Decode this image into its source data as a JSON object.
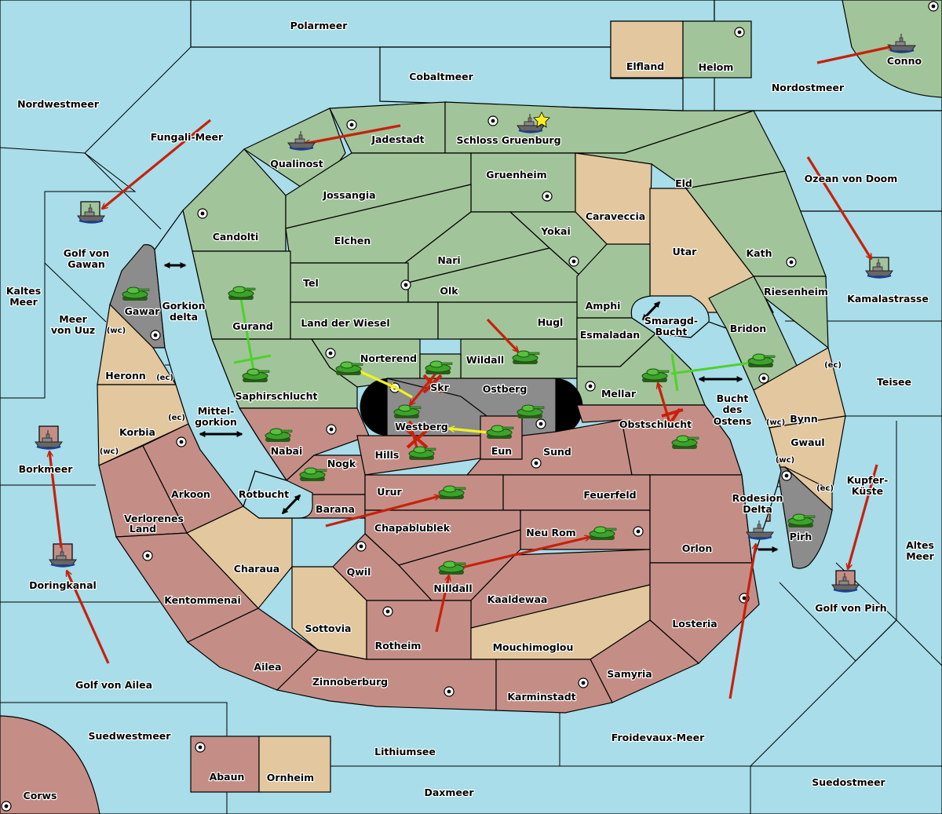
{
  "title": "Diplomacy-style map",
  "colors": {
    "sea": "#a8dde9",
    "green_power": "#a2c49a",
    "red_power": "#c48e86",
    "neutral": "#e2c79f",
    "impassable": "#8c8c8c",
    "order_move": "#c8200c",
    "order_support": "#f2f21e",
    "order_convoy": "#4ed22a"
  },
  "seas": [
    {
      "id": "polarmeer",
      "name": "Polarmeer"
    },
    {
      "id": "cobaltmeer",
      "name": "Cobaltmeer"
    },
    {
      "id": "nordwestmeer",
      "name": "Nordwestmeer"
    },
    {
      "id": "fungali",
      "name": "Fungali-Meer"
    },
    {
      "id": "nordostmeer",
      "name": "Nordostmeer"
    },
    {
      "id": "ozean",
      "name": "Ozean von Doom"
    },
    {
      "id": "golf_gawan",
      "name": "Golf von Gawan"
    },
    {
      "id": "kaltes",
      "name": "Kaltes Meer"
    },
    {
      "id": "uuz",
      "name": "Meer von Uuz"
    },
    {
      "id": "gorkion_delta",
      "name": "Gorkion delta"
    },
    {
      "id": "mittelgorkion",
      "name": "Mittel-gorkion"
    },
    {
      "id": "rotbucht",
      "name": "Rotbucht"
    },
    {
      "id": "smaragd",
      "name": "Smaragd-Bucht"
    },
    {
      "id": "bucht_ostens",
      "name": "Bucht des Ostens"
    },
    {
      "id": "kamalastrasse",
      "name": "Kamalastrasse"
    },
    {
      "id": "teisee",
      "name": "Teisee"
    },
    {
      "id": "kupferkueste",
      "name": "Kupfer-Küste"
    },
    {
      "id": "altes",
      "name": "Altes Meer"
    },
    {
      "id": "rodesion",
      "name": "Rodesion Delta"
    },
    {
      "id": "golf_pirh",
      "name": "Golf von Pirh"
    },
    {
      "id": "borkmeer",
      "name": "Borkmeer"
    },
    {
      "id": "doringkanal",
      "name": "Doringkanal"
    },
    {
      "id": "golf_ailea",
      "name": "Golf von Ailea"
    },
    {
      "id": "suedwestmeer",
      "name": "Suedwestmeer"
    },
    {
      "id": "lithiumsee",
      "name": "Lithiumsee"
    },
    {
      "id": "daxmeer",
      "name": "Daxmeer"
    },
    {
      "id": "froidevaux",
      "name": "Froidevaux-Meer"
    },
    {
      "id": "suedostmeer",
      "name": "Suedostmeer"
    }
  ],
  "provinces": [
    {
      "id": "elfland",
      "name": "Elfland",
      "owner": "neutral"
    },
    {
      "id": "helom",
      "name": "Helom",
      "owner": "green",
      "supply": true
    },
    {
      "id": "conno",
      "name": "Conno",
      "owner": "green",
      "supply": true
    },
    {
      "id": "qualinost",
      "name": "Qualinost",
      "owner": "green"
    },
    {
      "id": "jadestadt",
      "name": "Jadestadt",
      "owner": "green",
      "supply": true
    },
    {
      "id": "schloss",
      "name": "Schloss Gruenburg",
      "owner": "green",
      "supply": true
    },
    {
      "id": "candolti",
      "name": "Candolti",
      "owner": "green",
      "supply": true
    },
    {
      "id": "jossangia",
      "name": "Jossangia",
      "owner": "green"
    },
    {
      "id": "gruenheim",
      "name": "Gruenheim",
      "owner": "green",
      "supply": true
    },
    {
      "id": "caraveccia",
      "name": "Caraveccia",
      "owner": "neutral"
    },
    {
      "id": "eld",
      "name": "Eld",
      "owner": "green"
    },
    {
      "id": "elchen",
      "name": "Elchen",
      "owner": "green"
    },
    {
      "id": "nari",
      "name": "Nari",
      "owner": "green"
    },
    {
      "id": "yokai",
      "name": "Yokai",
      "owner": "green",
      "supply": true
    },
    {
      "id": "utar",
      "name": "Utar",
      "owner": "neutral"
    },
    {
      "id": "kath",
      "name": "Kath",
      "owner": "green",
      "supply": true
    },
    {
      "id": "tel",
      "name": "Tel",
      "owner": "green",
      "supply": true
    },
    {
      "id": "olk",
      "name": "Olk",
      "owner": "green"
    },
    {
      "id": "gurand",
      "name": "Gurand",
      "owner": "green"
    },
    {
      "id": "amphi",
      "name": "Amphi",
      "owner": "green"
    },
    {
      "id": "riesenheim",
      "name": "Riesenheim",
      "owner": "green"
    },
    {
      "id": "land_wiesel",
      "name": "Land der Wiesel",
      "owner": "green"
    },
    {
      "id": "hugl",
      "name": "Hugl",
      "owner": "green"
    },
    {
      "id": "esmaladan",
      "name": "Esmaladan",
      "owner": "green"
    },
    {
      "id": "bridon",
      "name": "Bridon",
      "owner": "green",
      "supply": true
    },
    {
      "id": "norterend",
      "name": "Norterend",
      "owner": "green",
      "supply": true
    },
    {
      "id": "wildall",
      "name": "Wildall",
      "owner": "green"
    },
    {
      "id": "skr",
      "name": "Skr",
      "owner": "green"
    },
    {
      "id": "ostberg",
      "name": "Ostberg",
      "owner": "impassable",
      "supply": true
    },
    {
      "id": "westberg",
      "name": "Westberg",
      "owner": "impassable",
      "supply": true
    },
    {
      "id": "saphirschlucht",
      "name": "Saphirschlucht",
      "owner": "green"
    },
    {
      "id": "mellar",
      "name": "Mellar",
      "owner": "green",
      "supply": true
    },
    {
      "id": "gawar",
      "name": "Gawar",
      "owner": "impassable",
      "supply": true
    },
    {
      "id": "heronn",
      "name": "Heronn",
      "owner": "neutral",
      "coasts": [
        "(wc)",
        "(ec)"
      ]
    },
    {
      "id": "korbia",
      "name": "Korbia",
      "owner": "neutral",
      "coasts": [
        "(ec)",
        "(wc)"
      ]
    },
    {
      "id": "bynn",
      "name": "Bynn",
      "owner": "neutral",
      "coasts": [
        "(ec)",
        "(wc)"
      ]
    },
    {
      "id": "gwaul",
      "name": "Gwaul",
      "owner": "neutral",
      "coasts": [
        "(wc)",
        "(ec)"
      ]
    },
    {
      "id": "pirh",
      "name": "Pirh",
      "owner": "impassable",
      "supply": true
    },
    {
      "id": "nabai",
      "name": "Nabai",
      "owner": "red",
      "supply": true
    },
    {
      "id": "nogk",
      "name": "Nogk",
      "owner": "red"
    },
    {
      "id": "hills",
      "name": "Hills",
      "owner": "red"
    },
    {
      "id": "eun",
      "name": "Eun",
      "owner": "red"
    },
    {
      "id": "sund",
      "name": "Sund",
      "owner": "red",
      "supply": true
    },
    {
      "id": "obstschlucht",
      "name": "Obstschlucht",
      "owner": "red"
    },
    {
      "id": "arkoon",
      "name": "Arkoon",
      "owner": "red",
      "supply": true
    },
    {
      "id": "barana",
      "name": "Barana",
      "owner": "red"
    },
    {
      "id": "urur",
      "name": "Urur",
      "owner": "red"
    },
    {
      "id": "feuerfeld",
      "name": "Feuerfeld",
      "owner": "red"
    },
    {
      "id": "verlorenes",
      "name": "Verlorenes Land",
      "owner": "red"
    },
    {
      "id": "chapablublek",
      "name": "Chapablublek",
      "owner": "red"
    },
    {
      "id": "neu_rom",
      "name": "Neu Rom",
      "owner": "red",
      "supply": true
    },
    {
      "id": "orlon",
      "name": "Orlon",
      "owner": "red"
    },
    {
      "id": "charaua",
      "name": "Charaua",
      "owner": "neutral"
    },
    {
      "id": "qwil",
      "name": "Qwil",
      "owner": "red",
      "supply": true
    },
    {
      "id": "nilldall",
      "name": "Nilldall",
      "owner": "red"
    },
    {
      "id": "kaaldewaa",
      "name": "Kaaldewaa",
      "owner": "red"
    },
    {
      "id": "kentommenai",
      "name": "Kentommenai",
      "owner": "red",
      "supply": true
    },
    {
      "id": "sottovia",
      "name": "Sottovia",
      "owner": "neutral"
    },
    {
      "id": "rotheim",
      "name": "Rotheim",
      "owner": "red",
      "supply": true
    },
    {
      "id": "mouchimoglou",
      "name": "Mouchimoglou",
      "owner": "neutral"
    },
    {
      "id": "losteria",
      "name": "Losteria",
      "owner": "red",
      "supply": true
    },
    {
      "id": "ailea",
      "name": "Ailea",
      "owner": "red"
    },
    {
      "id": "samyria",
      "name": "Samyria",
      "owner": "red"
    },
    {
      "id": "zinnoberburg",
      "name": "Zinnoberburg",
      "owner": "red",
      "supply": true
    },
    {
      "id": "karminstadt",
      "name": "Karminstadt",
      "owner": "red",
      "supply": true
    },
    {
      "id": "abaun",
      "name": "Abaun",
      "owner": "red",
      "supply": true
    },
    {
      "id": "ornheim",
      "name": "Ornheim",
      "owner": "neutral"
    },
    {
      "id": "corws",
      "name": "Corws",
      "owner": "red",
      "supply": true
    }
  ],
  "units": [
    {
      "type": "fleet",
      "power": "green",
      "at": "Golf von Gawan"
    },
    {
      "type": "fleet",
      "power": "green",
      "at": "Qualinost"
    },
    {
      "type": "fleet",
      "power": "green",
      "at": "Schloss Gruenburg",
      "marker": "star"
    },
    {
      "type": "fleet",
      "power": "green",
      "at": "Conno"
    },
    {
      "type": "fleet",
      "power": "green",
      "at": "Kamalastrasse"
    },
    {
      "type": "fleet",
      "power": "red",
      "at": "Borkmeer"
    },
    {
      "type": "fleet",
      "power": "red",
      "at": "Doringkanal"
    },
    {
      "type": "fleet",
      "power": "red",
      "at": "Rodesion Delta"
    },
    {
      "type": "fleet",
      "power": "red",
      "at": "Golf von Pirh"
    },
    {
      "type": "army",
      "power": "green",
      "at": "Gawar"
    },
    {
      "type": "army",
      "power": "green",
      "at": "Gurand"
    },
    {
      "type": "army",
      "power": "green",
      "at": "Saphirschlucht"
    },
    {
      "type": "army",
      "power": "green",
      "at": "Norterend"
    },
    {
      "type": "army",
      "power": "green",
      "at": "Skr"
    },
    {
      "type": "army",
      "power": "green",
      "at": "Wildall"
    },
    {
      "type": "army",
      "power": "green",
      "at": "Westberg"
    },
    {
      "type": "army",
      "power": "green",
      "at": "Ostberg"
    },
    {
      "type": "army",
      "power": "green",
      "at": "Eun"
    },
    {
      "type": "army",
      "power": "green",
      "at": "Hills"
    },
    {
      "type": "army",
      "power": "green",
      "at": "Nabai"
    },
    {
      "type": "army",
      "power": "green",
      "at": "Nogk"
    },
    {
      "type": "army",
      "power": "green",
      "at": "Mellar"
    },
    {
      "type": "army",
      "power": "green",
      "at": "Bridon"
    },
    {
      "type": "army",
      "power": "green",
      "at": "Obstschlucht"
    },
    {
      "type": "army",
      "power": "green",
      "at": "Urur"
    },
    {
      "type": "army",
      "power": "green",
      "at": "Nilldall"
    },
    {
      "type": "army",
      "power": "green",
      "at": "Neu Rom"
    },
    {
      "type": "army",
      "power": "green",
      "at": "Pirh"
    }
  ],
  "orders": [
    {
      "kind": "move",
      "from": "Cobaltmeer",
      "to": "Qualinost"
    },
    {
      "kind": "move",
      "from": "Fungali-Meer",
      "to": "Golf von Gawan"
    },
    {
      "kind": "move",
      "from": "Nordostmeer",
      "to": "Conno"
    },
    {
      "kind": "move",
      "from": "Ozean von Doom",
      "to": "Kamalastrasse"
    },
    {
      "kind": "move",
      "from": "Hugl",
      "to": "Wildall"
    },
    {
      "kind": "move",
      "from": "Skr",
      "to": "Westberg",
      "failed": true
    },
    {
      "kind": "move",
      "from": "Hills",
      "to": "Westberg",
      "failed": true
    },
    {
      "kind": "move",
      "from": "Obstschlucht",
      "to": "Mellar",
      "failed": true
    },
    {
      "kind": "support",
      "from": "Norterend",
      "to": "Westberg"
    },
    {
      "kind": "support",
      "from": "Eun",
      "to": "Westberg"
    },
    {
      "kind": "convoy",
      "from": "Gurand",
      "to": "Saphirschlucht",
      "failed": true
    },
    {
      "kind": "convoy",
      "from": "Bridon",
      "to": "Mellar",
      "failed": true
    },
    {
      "kind": "move",
      "from": "Barana",
      "to": "Urur"
    },
    {
      "kind": "move",
      "from": "Nilldall",
      "to": "Neu Rom"
    },
    {
      "kind": "move",
      "from": "Rotheim",
      "to": "Nilldall"
    },
    {
      "kind": "move",
      "from": "Borkmeer",
      "to": "Doringkanal"
    },
    {
      "kind": "move",
      "from": "Golf von Ailea",
      "to": "Doringkanal"
    },
    {
      "kind": "move",
      "from": "Froidevaux-Meer",
      "to": "Rodesion Delta"
    },
    {
      "kind": "move",
      "from": "Kupfer-Küste",
      "to": "Golf von Pirh"
    }
  ],
  "labels": {
    "polarmeer": "Polarmeer",
    "cobaltmeer": "Cobaltmeer",
    "nordwestmeer": "Nordwestmeer",
    "fungali": "Fungali-Meer",
    "nordostmeer": "Nordostmeer",
    "ozean": "Ozean von Doom",
    "golf_gawan_1": "Golf von",
    "golf_gawan_2": "Gawan",
    "kaltes_1": "Kaltes",
    "kaltes_2": "Meer",
    "uuz_1": "Meer",
    "uuz_2": "von Uuz",
    "gorkion_1": "Gorkion",
    "gorkion_2": "delta",
    "mittel_1": "Mittel-",
    "mittel_2": "gorkion",
    "rotbucht": "Rotbucht",
    "smaragd_1": "Smaragd-",
    "smaragd_2": "Bucht",
    "bucht_1": "Bucht",
    "bucht_2": "des",
    "bucht_3": "Ostens",
    "kamalastrasse": "Kamalastrasse",
    "teisee": "Teisee",
    "kupfer_1": "Kupfer-",
    "kupfer_2": "Küste",
    "altes_1": "Altes",
    "altes_2": "Meer",
    "rodesion_1": "Rodesion",
    "rodesion_2": "Delta",
    "golf_pirh": "Golf von Pirh",
    "borkmeer": "Borkmeer",
    "doringkanal": "Doringkanal",
    "golf_ailea": "Golf von Ailea",
    "suedwestmeer": "Suedwestmeer",
    "lithiumsee": "Lithiumsee",
    "daxmeer": "Daxmeer",
    "froidevaux": "Froidevaux-Meer",
    "suedostmeer": "Suedostmeer",
    "elfland": "Elfland",
    "helom": "Helom",
    "conno": "Conno",
    "qualinost": "Qualinost",
    "jadestadt": "Jadestadt",
    "schloss": "Schloss Gruenburg",
    "candolti": "Candolti",
    "jossangia": "Jossangia",
    "gruenheim": "Gruenheim",
    "caraveccia": "Caraveccia",
    "eld": "Eld",
    "elchen": "Elchen",
    "nari": "Nari",
    "yokai": "Yokai",
    "utar": "Utar",
    "kath": "Kath",
    "tel": "Tel",
    "olk": "Olk",
    "gurand": "Gurand",
    "amphi": "Amphi",
    "riesenheim": "Riesenheim",
    "land_wiesel": "Land der Wiesel",
    "hugl": "Hugl",
    "esmaladan": "Esmaladan",
    "bridon": "Bridon",
    "norterend": "Norterend",
    "wildall": "Wildall",
    "skr": "Skr",
    "ostberg": "Ostberg",
    "westberg": "Westberg",
    "saphirschlucht": "Saphirschlucht",
    "mellar": "Mellar",
    "gawar": "Gawar",
    "heronn": "Heronn",
    "korbia": "Korbia",
    "bynn": "Bynn",
    "gwaul": "Gwaul",
    "pirh": "Pirh",
    "nabai": "Nabai",
    "nogk": "Nogk",
    "hills": "Hills",
    "eun": "Eun",
    "sund": "Sund",
    "obstschlucht": "Obstschlucht",
    "arkoon": "Arkoon",
    "barana": "Barana",
    "urur": "Urur",
    "feuerfeld": "Feuerfeld",
    "verlorenes_1": "Verlorenes",
    "verlorenes_2": "Land",
    "chapablublek": "Chapablublek",
    "neu_rom": "Neu Rom",
    "orlon": "Orlon",
    "charaua": "Charaua",
    "qwil": "Qwil",
    "nilldall": "Nilldall",
    "kaaldewaa": "Kaaldewaa",
    "kentommenai": "Kentommenai",
    "sottovia": "Sottovia",
    "rotheim": "Rotheim",
    "mouchimoglou": "Mouchimoglou",
    "losteria": "Losteria",
    "ailea": "Ailea",
    "samyria": "Samyria",
    "zinnoberburg": "Zinnoberburg",
    "karminstadt": "Karminstadt",
    "abaun": "Abaun",
    "ornheim": "Ornheim",
    "corws": "Corws",
    "wc": "(wc)",
    "ec": "(ec)"
  }
}
